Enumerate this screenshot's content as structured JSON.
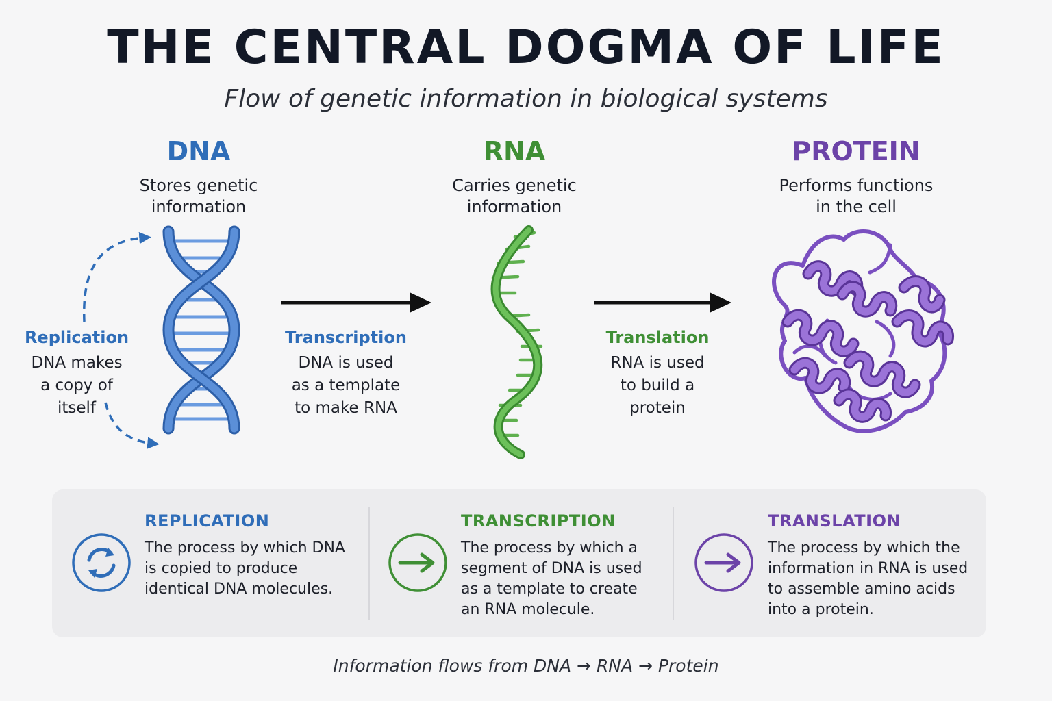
{
  "title": "THE CENTRAL DOGMA OF LIFE",
  "subtitle": "Flow of genetic information in biological systems",
  "stages": {
    "dna": {
      "name": "DNA",
      "desc_line1": "Stores genetic",
      "desc_line2": "information"
    },
    "rna": {
      "name": "RNA",
      "desc_line1": "Carries genetic",
      "desc_line2": "information"
    },
    "protein": {
      "name": "PROTEIN",
      "desc_line1": "Performs functions",
      "desc_line2": "in the cell"
    }
  },
  "processes": {
    "replication": {
      "name": "Replication",
      "line1": "DNA makes",
      "line2": "a copy of",
      "line3": "itself"
    },
    "transcription": {
      "name": "Transcription",
      "line1": "DNA is used",
      "line2": "as a template",
      "line3": "to make RNA"
    },
    "translation": {
      "name": "Translation",
      "line1": "RNA is used",
      "line2": "to build a",
      "line3": "protein"
    }
  },
  "definitions": {
    "replication": {
      "title": "REPLICATION",
      "line1": "The process by which DNA",
      "line2": "is copied to produce",
      "line3": "identical DNA molecules.",
      "icon": "refresh-cycle-icon"
    },
    "transcription": {
      "title": "TRANSCRIPTION",
      "line1": "The process by which a",
      "line2": "segment of DNA is used",
      "line3": "as a template to create",
      "line4": "an RNA molecule.",
      "icon": "arrow-right-icon"
    },
    "translation": {
      "title": "TRANSLATION",
      "line1": "The process by which the",
      "line2": "information in RNA is used",
      "line3": "to assemble amino acids",
      "line4": "into a protein.",
      "icon": "arrow-right-icon"
    }
  },
  "footer": "Information flows from DNA → RNA → Protein",
  "colors": {
    "dna": "#2f6db8",
    "rna": "#3f8f35",
    "protein": "#6c43a8",
    "flow_arrow": "#111111"
  }
}
